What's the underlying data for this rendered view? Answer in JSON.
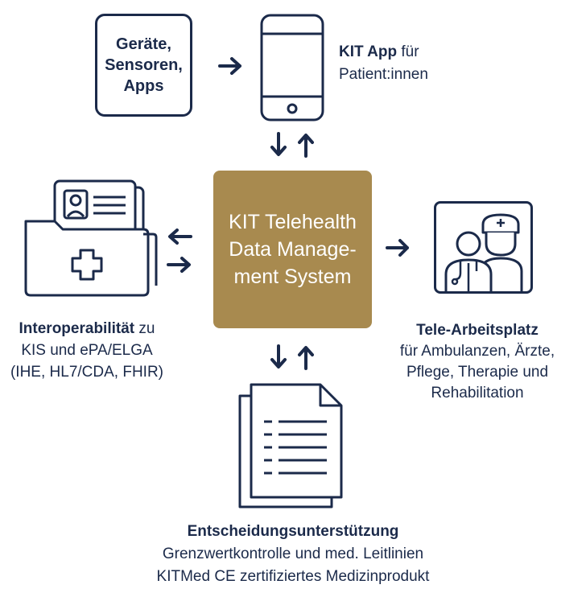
{
  "devices": {
    "label": "Geräte,\nSensoren,\nApps"
  },
  "app": {
    "title_bold": "KIT App",
    "title_rest": " für",
    "subtitle": "Patient:innen"
  },
  "center": {
    "label": "KIT Telehealth\nData Manage-\nment System",
    "color": "#a88a4f"
  },
  "interop": {
    "title_bold": "Interoperabilität",
    "title_rest": " zu",
    "line2": "KIS und ePA/ELGA",
    "line3": "(IHE, HL7/CDA, FHIR)"
  },
  "tele": {
    "title": "Tele-Arbeitsplatz",
    "lines": [
      "für Ambulanzen, Ärzte,",
      "Pflege, Therapie und",
      "Rehabilitation"
    ]
  },
  "decision": {
    "title": "Entscheidungsunterstützung",
    "lines": [
      "Grenzwertkontrolle und med. Leitlinien",
      "KITMed CE zertifiziertes Medizinprodukt"
    ]
  },
  "icons": {
    "phone": "smartphone-icon",
    "folder": "medical-folder-icon",
    "staff": "doctor-nurse-icon",
    "document": "document-stack-icon"
  },
  "colors": {
    "navy": "#1b2a4a",
    "gold": "#a88a4f"
  }
}
